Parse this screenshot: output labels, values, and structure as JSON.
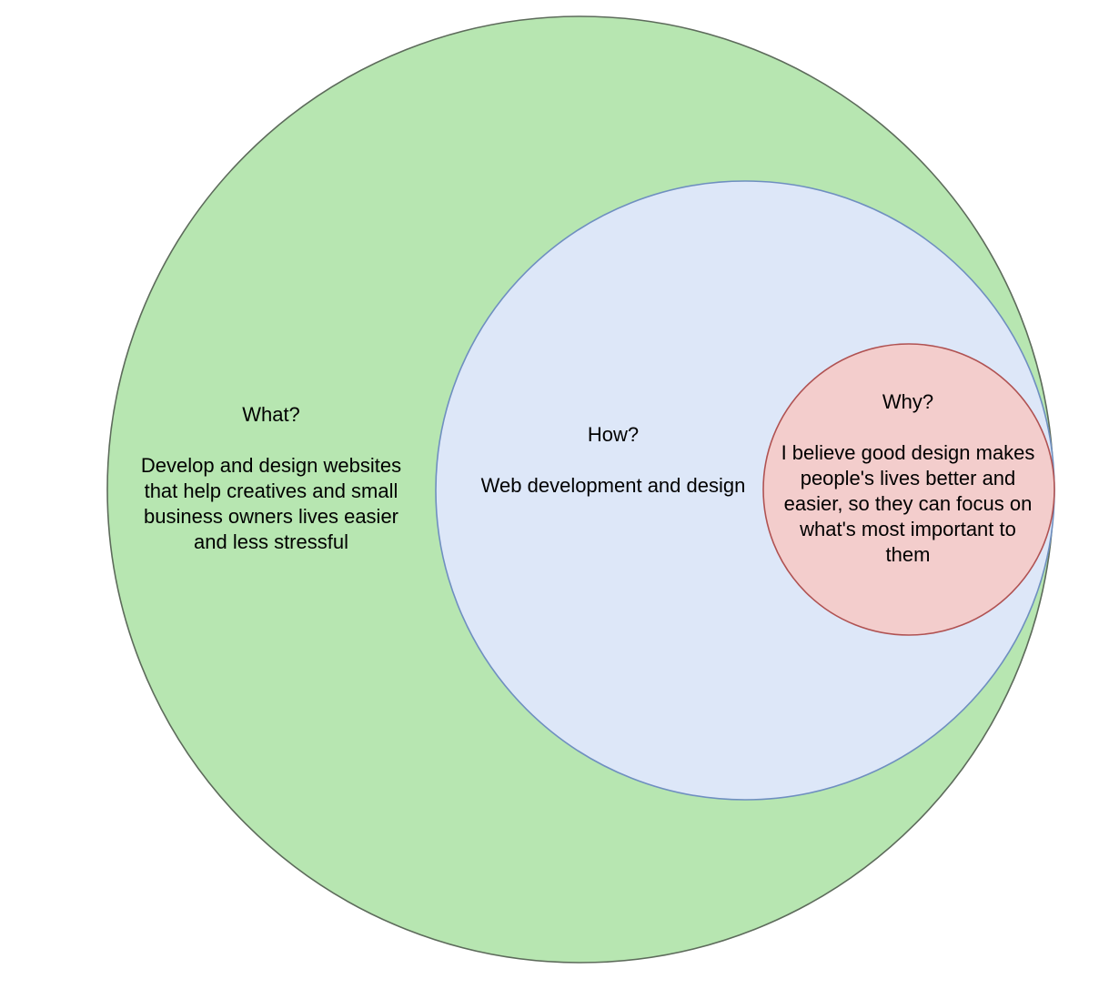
{
  "diagram": {
    "circles": [
      {
        "id": "what",
        "heading": "What?",
        "body": "Develop and design websites that help creatives and small business owners lives easier and less stressful",
        "fill": "#b7e6b1",
        "stroke": "#5d6b5b"
      },
      {
        "id": "how",
        "heading": "How?",
        "body": "Web development and design",
        "fill": "#dde7f8",
        "stroke": "#6f8fc0"
      },
      {
        "id": "why",
        "heading": "Why?",
        "body": "I believe good design makes people's lives better and easier, so they can focus on what's most important to them",
        "fill": "#f3cdcc",
        "stroke": "#b05252"
      }
    ]
  }
}
